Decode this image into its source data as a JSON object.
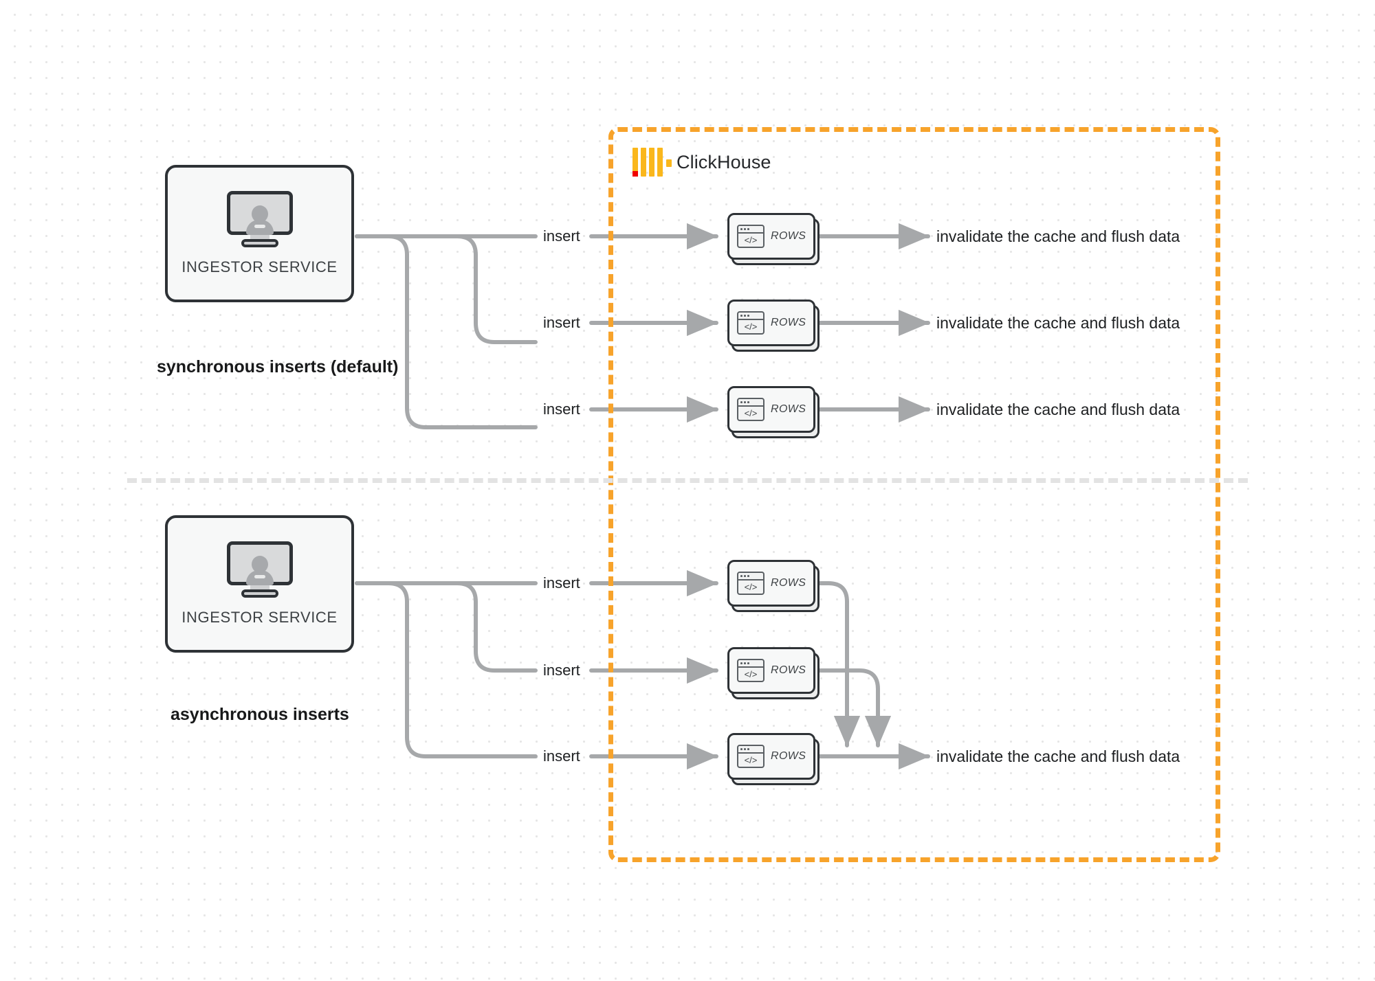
{
  "diagram": {
    "title": "ClickHouse synchronous vs asynchronous inserts",
    "background": "dot-grid",
    "colors": {
      "boundary_orange": "#F7A32B",
      "logo_yellow": "#FAB71C",
      "logo_red": "#F00000",
      "connector_gray": "#a6a8aa",
      "outline_dark": "#2e3236",
      "divider_gray": "#e3e3e3"
    }
  },
  "clickhouse_boundary": {
    "label": "ClickHouse",
    "logo_name": "clickhouse-logo"
  },
  "sections": [
    {
      "id": "sync",
      "caption": "synchronous inserts (default)",
      "service": {
        "label": "INGESTOR SERVICE",
        "icon": "monitor-user-icon"
      },
      "flows": [
        {
          "insert_label": "insert",
          "rows_label": "ROWS",
          "outcome": "invalidate the cache and flush data"
        },
        {
          "insert_label": "insert",
          "rows_label": "ROWS",
          "outcome": "invalidate the cache and flush data"
        },
        {
          "insert_label": "insert",
          "rows_label": "ROWS",
          "outcome": "invalidate the cache and flush data"
        }
      ]
    },
    {
      "id": "async",
      "caption": "asynchronous inserts",
      "service": {
        "label": "INGESTOR SERVICE",
        "icon": "monitor-user-icon"
      },
      "flows": [
        {
          "insert_label": "insert",
          "rows_label": "ROWS"
        },
        {
          "insert_label": "insert",
          "rows_label": "ROWS"
        },
        {
          "insert_label": "insert",
          "rows_label": "ROWS"
        }
      ],
      "merged_outcome": "invalidate the cache and flush data"
    }
  ]
}
